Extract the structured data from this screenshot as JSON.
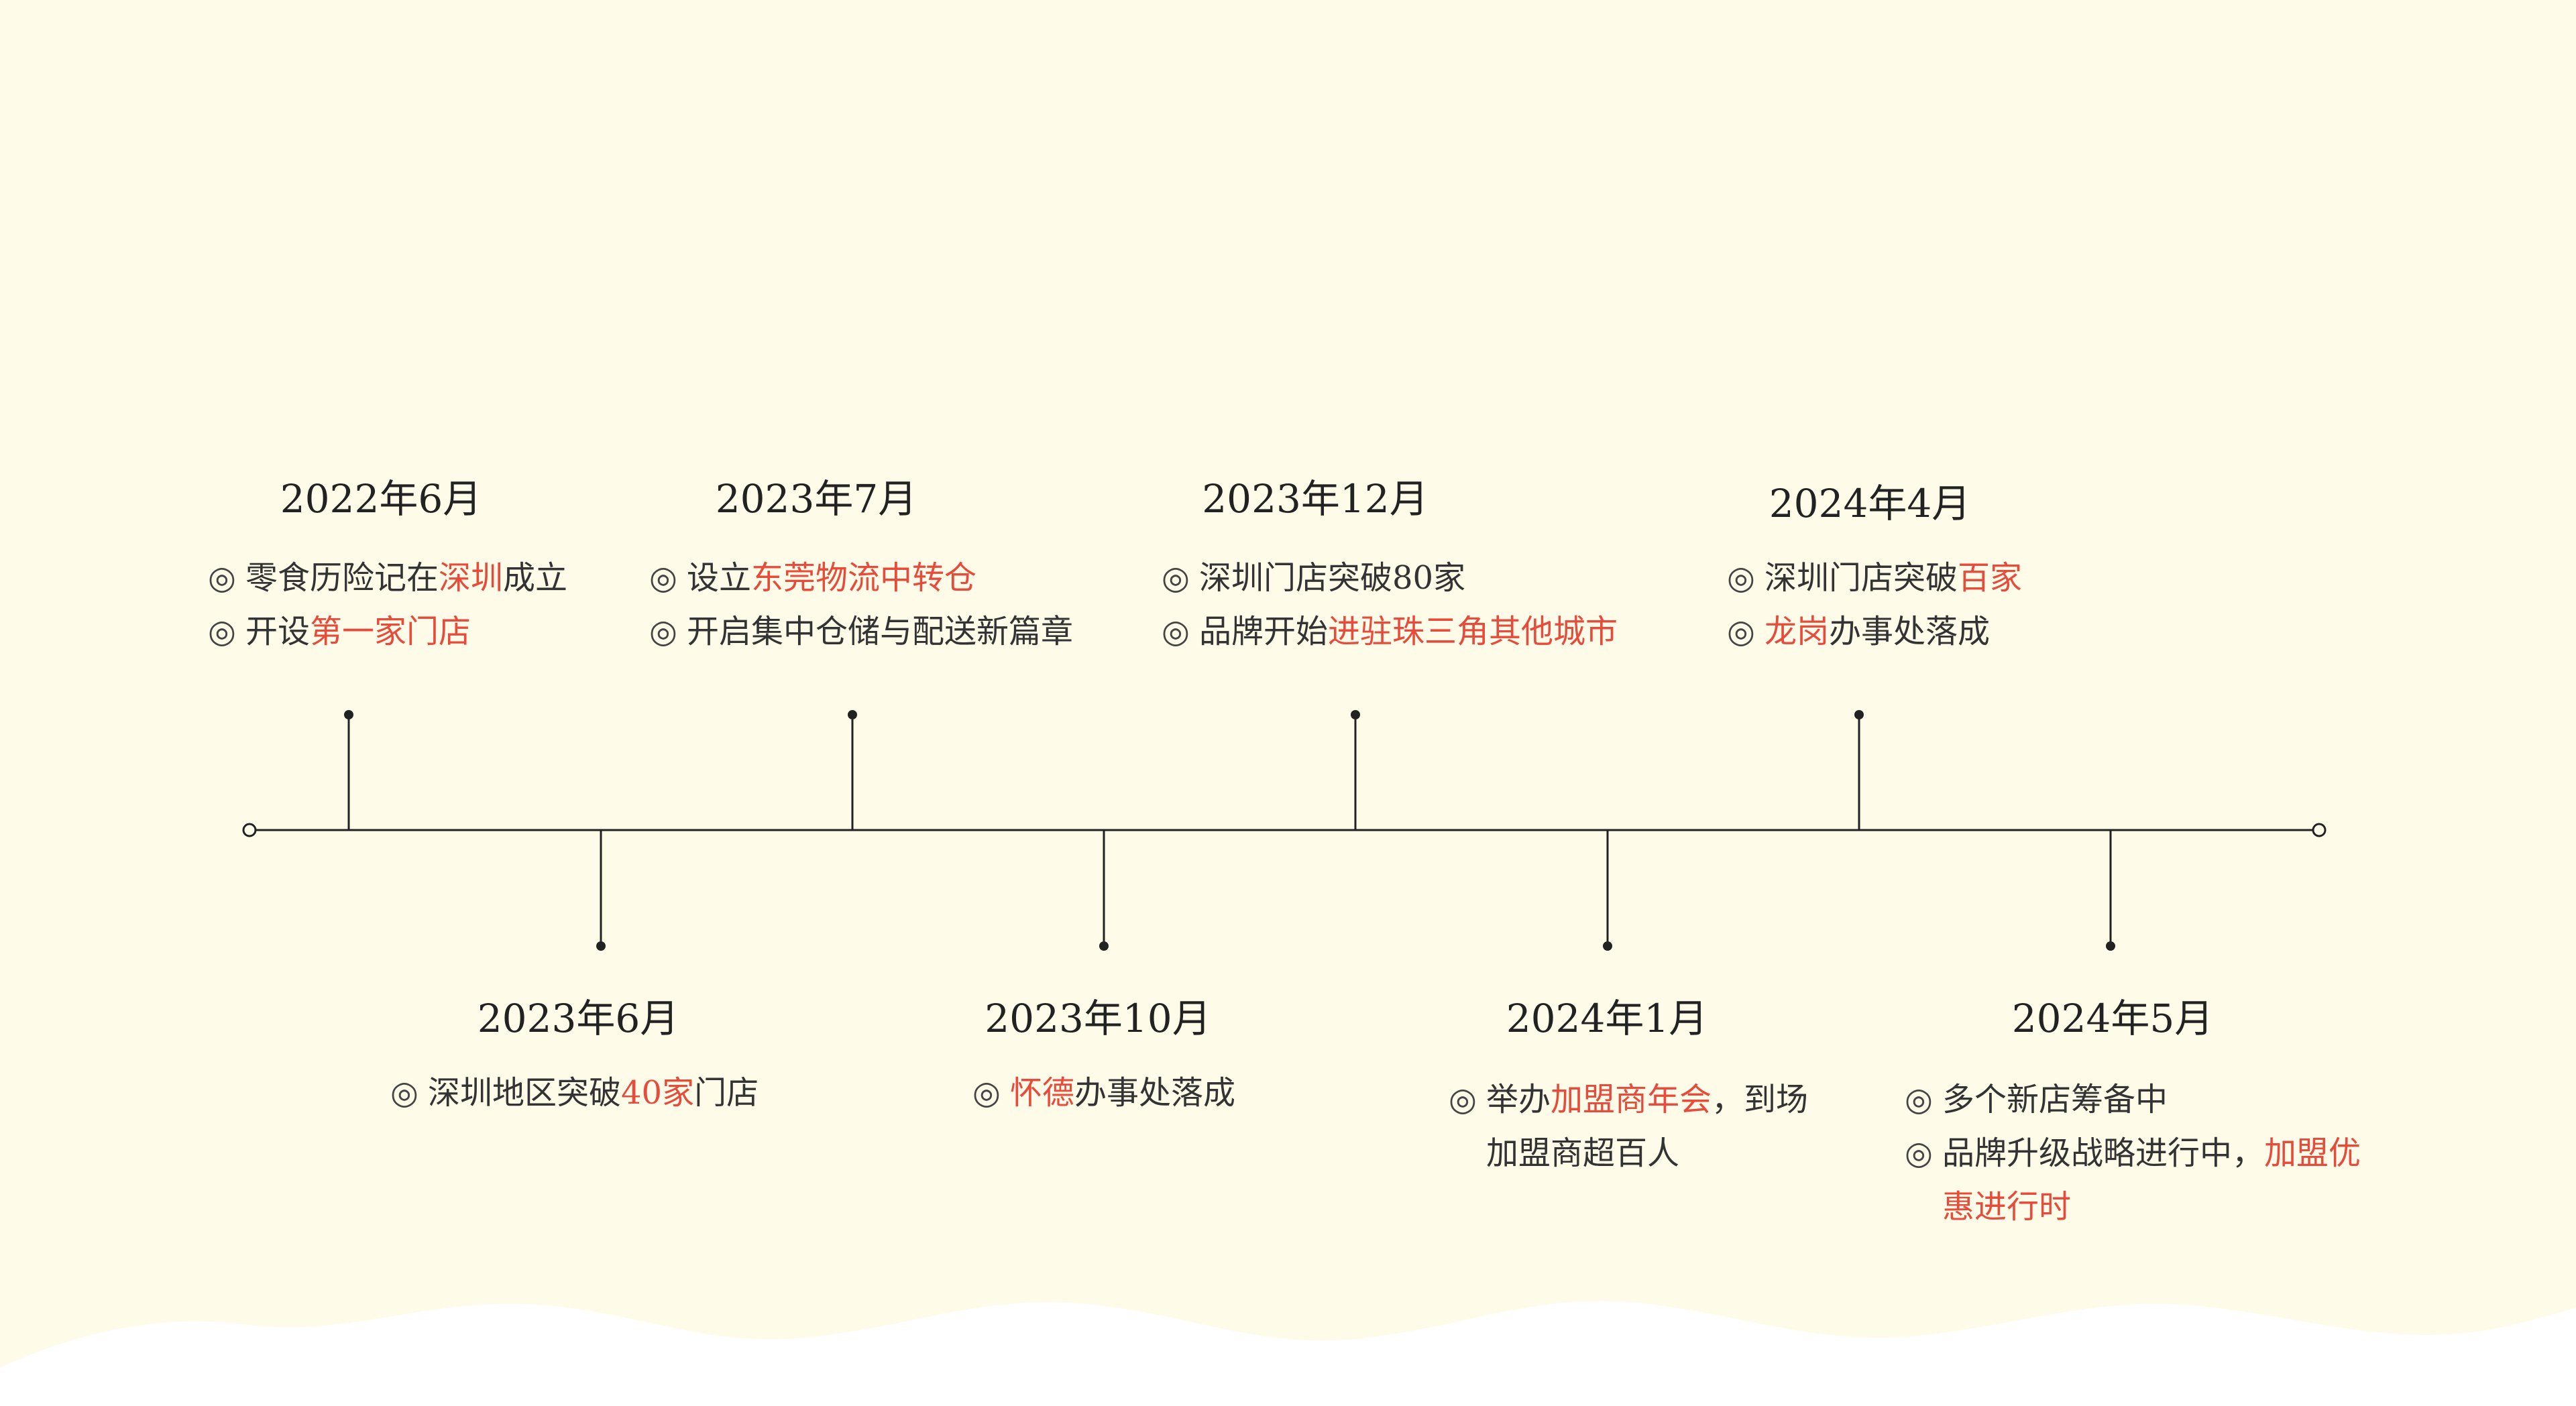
{
  "colors": {
    "background": "#FEFBE8",
    "line": "#222222",
    "highlight": "#E64B3B",
    "text": "#333333"
  },
  "bullet": "◎",
  "events": [
    {
      "date": "2022年6月",
      "position": "top",
      "items": [
        [
          {
            "t": "零食历险记在"
          },
          {
            "t": "深圳",
            "hl": true
          },
          {
            "t": "成立"
          }
        ],
        [
          {
            "t": "开设"
          },
          {
            "t": "第一家门店",
            "hl": true
          }
        ]
      ]
    },
    {
      "date": "2023年6月",
      "position": "bottom",
      "items": [
        [
          {
            "t": "深圳地区突破"
          },
          {
            "t": "40家",
            "hl": true
          },
          {
            "t": "门店"
          }
        ]
      ]
    },
    {
      "date": "2023年7月",
      "position": "top",
      "items": [
        [
          {
            "t": "设立"
          },
          {
            "t": "东莞物流中转仓",
            "hl": true
          }
        ],
        [
          {
            "t": "开启集中仓储与配送新篇章"
          }
        ]
      ]
    },
    {
      "date": "2023年10月",
      "position": "bottom",
      "items": [
        [
          {
            "t": "怀德",
            "hl": true
          },
          {
            "t": "办事处落成"
          }
        ]
      ]
    },
    {
      "date": "2023年12月",
      "position": "top",
      "items": [
        [
          {
            "t": "深圳门店突破80家"
          }
        ],
        [
          {
            "t": "品牌开始"
          },
          {
            "t": "进驻珠三角其他城市",
            "hl": true
          }
        ]
      ]
    },
    {
      "date": "2024年1月",
      "position": "bottom",
      "items": [
        [
          {
            "t": "举办"
          },
          {
            "t": "加盟商年会",
            "hl": true
          },
          {
            "t": "，到场加盟商超百人"
          }
        ]
      ]
    },
    {
      "date": "2024年4月",
      "position": "top",
      "items": [
        [
          {
            "t": "深圳门店突破"
          },
          {
            "t": "百家",
            "hl": true
          }
        ],
        [
          {
            "t": "龙岗",
            "hl": true
          },
          {
            "t": "办事处落成"
          }
        ]
      ]
    },
    {
      "date": "2024年5月",
      "position": "bottom",
      "items": [
        [
          {
            "t": "多个新店筹备中"
          }
        ],
        [
          {
            "t": "品牌升级战略进行中，"
          },
          {
            "t": "加盟优惠进行时",
            "hl": true
          }
        ]
      ]
    }
  ]
}
